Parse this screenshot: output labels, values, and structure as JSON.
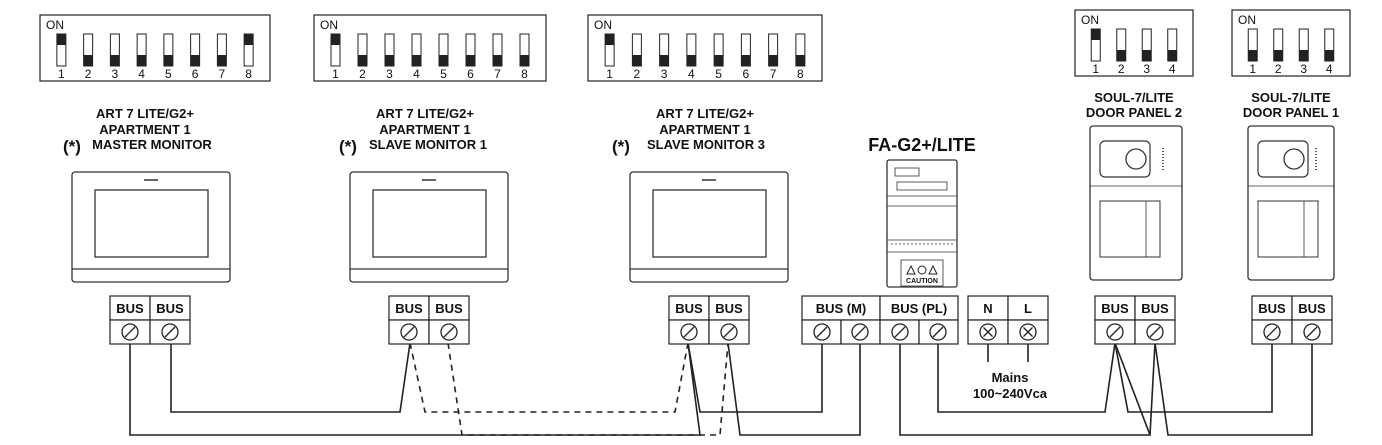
{
  "devices": [
    {
      "id": "m1",
      "line1": "ART 7 LITE/G2+",
      "line2": "APARTMENT 1",
      "line3": "MASTER MONITOR",
      "asterisk": "(*)",
      "dip": {
        "on_label": "ON",
        "numbers": [
          "1",
          "2",
          "3",
          "4",
          "5",
          "6",
          "7",
          "8"
        ],
        "on_switches": [
          1,
          8
        ]
      },
      "terminals": [
        "BUS",
        "BUS"
      ]
    },
    {
      "id": "m2",
      "line1": "ART 7 LITE/G2+",
      "line2": "APARTMENT 1",
      "line3": "SLAVE MONITOR 1",
      "asterisk": "(*)",
      "dip": {
        "on_label": "ON",
        "numbers": [
          "1",
          "2",
          "3",
          "4",
          "5",
          "6",
          "7",
          "8"
        ],
        "on_switches": [
          1
        ]
      },
      "terminals": [
        "BUS",
        "BUS"
      ]
    },
    {
      "id": "m3",
      "line1": "ART 7 LITE/G2+",
      "line2": "APARTMENT 1",
      "line3": "SLAVE MONITOR 3",
      "asterisk": "(*)",
      "dip": {
        "on_label": "ON",
        "numbers": [
          "1",
          "2",
          "3",
          "4",
          "5",
          "6",
          "7",
          "8"
        ],
        "on_switches": [
          1
        ]
      },
      "terminals": [
        "BUS",
        "BUS"
      ]
    }
  ],
  "power_supply": {
    "title": "FA-G2+/LITE",
    "caution": "CAUTION",
    "terminals": [
      "BUS (M)",
      "BUS (PL)"
    ]
  },
  "mains": {
    "terminals": [
      "N",
      "L"
    ],
    "label_line1": "Mains",
    "label_line2": "100~240Vca"
  },
  "door_panels": [
    {
      "id": "dp2",
      "line1": "SOUL-7/LITE",
      "line2": "DOOR PANEL 2",
      "dip": {
        "on_label": "ON",
        "numbers": [
          "1",
          "2",
          "3",
          "4"
        ],
        "on_switches": [
          1
        ]
      },
      "terminals": [
        "BUS",
        "BUS"
      ]
    },
    {
      "id": "dp1",
      "line1": "SOUL-7/LITE",
      "line2": "DOOR PANEL 1",
      "dip": {
        "on_label": "ON",
        "numbers": [
          "1",
          "2",
          "3",
          "4"
        ],
        "on_switches": []
      },
      "terminals": [
        "BUS",
        "BUS"
      ]
    }
  ]
}
